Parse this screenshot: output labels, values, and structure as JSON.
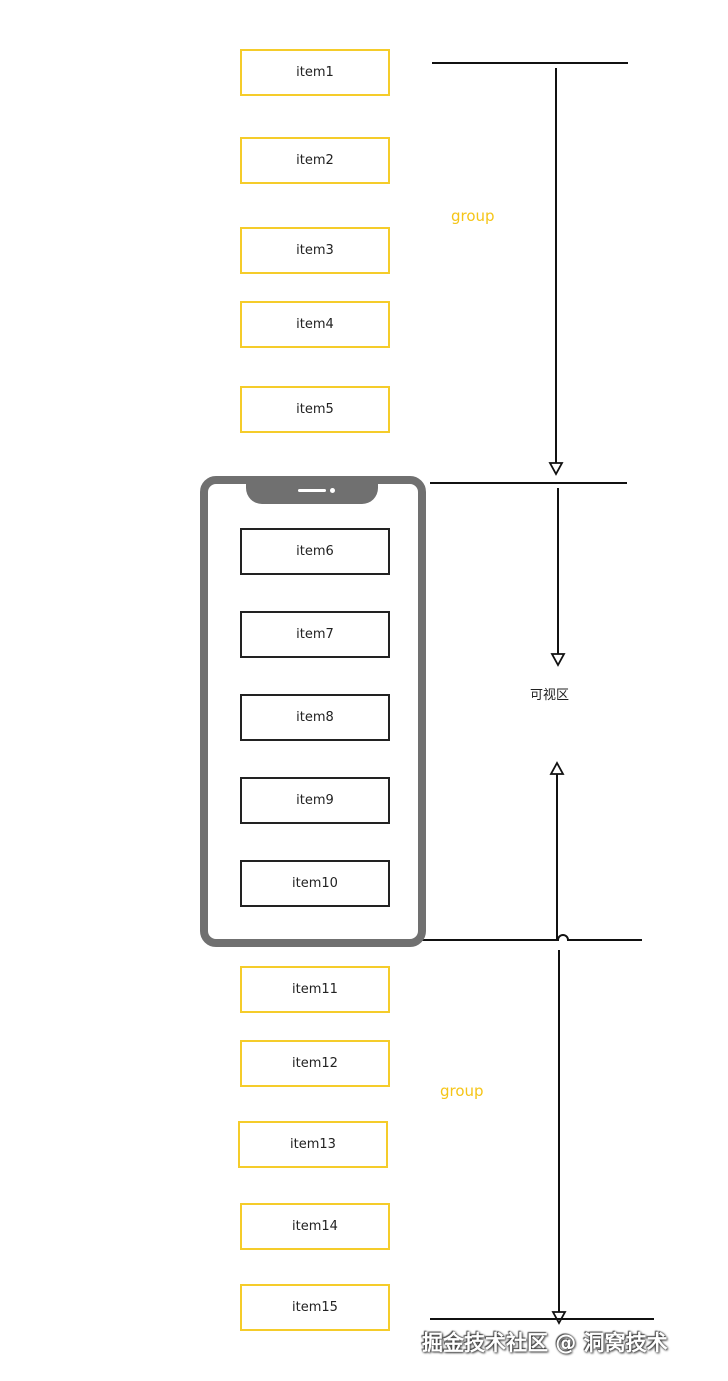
{
  "items": [
    {
      "label": "item1",
      "kind": "outside"
    },
    {
      "label": "item2",
      "kind": "outside"
    },
    {
      "label": "item3",
      "kind": "outside"
    },
    {
      "label": "item4",
      "kind": "outside"
    },
    {
      "label": "item5",
      "kind": "outside"
    },
    {
      "label": "item6",
      "kind": "inside"
    },
    {
      "label": "item7",
      "kind": "inside"
    },
    {
      "label": "item8",
      "kind": "inside"
    },
    {
      "label": "item9",
      "kind": "inside"
    },
    {
      "label": "item10",
      "kind": "inside"
    },
    {
      "label": "item11",
      "kind": "outside"
    },
    {
      "label": "item12",
      "kind": "outside"
    },
    {
      "label": "item13",
      "kind": "outside"
    },
    {
      "label": "item14",
      "kind": "outside"
    },
    {
      "label": "item15",
      "kind": "outside"
    }
  ],
  "labels": {
    "group_top": "group",
    "group_bottom": "group",
    "visible_area": "可视区"
  },
  "watermark": "掘金技术社区 @ 洞窝技术",
  "colors": {
    "outside_border": "#f5cc2a",
    "inside_border": "#222222",
    "group_text": "#f5c518",
    "phone_frame": "#707070"
  }
}
